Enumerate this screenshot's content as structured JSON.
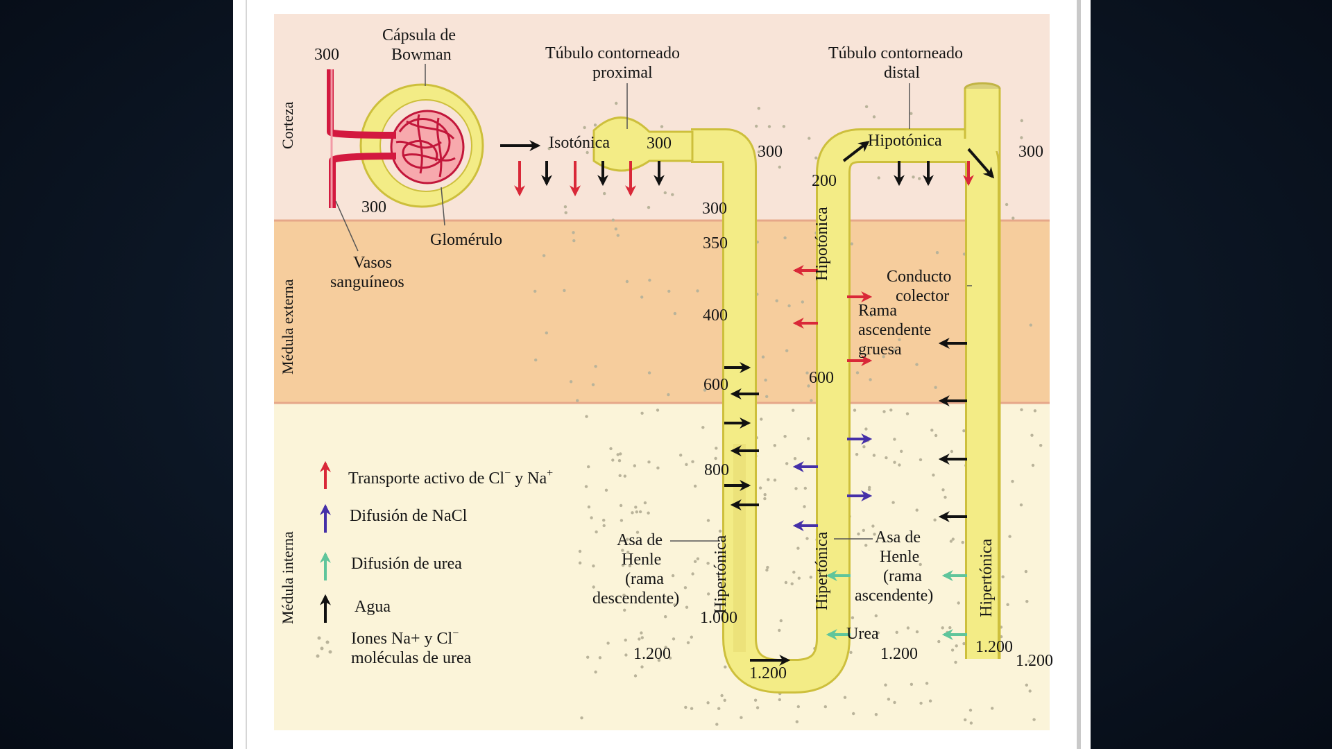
{
  "colors": {
    "cortex": "#f8e4d8",
    "outer_medulla": "#f6cd9d",
    "inner_medulla": "#fbf4d9",
    "tubule": "#f3ec86",
    "tubule_outline": "#cdbf3c",
    "red": "#d92838",
    "blue": "#4530a8",
    "green": "#5fc59b",
    "black": "#111111"
  },
  "zones": {
    "cortex": "Corteza",
    "outer_medulla": "Médula externa",
    "inner_medulla": "Médula interna"
  },
  "labels": {
    "bowman_1": "Cápsula de",
    "bowman_2": "Bowman",
    "pct_1": "Túbulo contorneado",
    "pct_2": "proximal",
    "dct_1": "Túbulo contorneado",
    "dct_2": "distal",
    "glomerulo": "Glomérulo",
    "vasos_1": "Vasos",
    "vasos_2": "sanguíneos",
    "isotonica": "Isotónica",
    "hipotonica": "Hipotónica",
    "hipotonica_vert": "Hipotónica",
    "hipertonica_desc": "Hipertónica",
    "hipertonica_asc": "Hipertónica",
    "hipertonica_col": "Hipertónica",
    "conducto_1": "Conducto",
    "conducto_2": "colector",
    "rama_1": "Rama",
    "rama_2": "ascendente",
    "rama_3": "gruesa",
    "asa_desc_1": "Asa de",
    "asa_desc_2": "Henle",
    "asa_desc_3": "(rama",
    "asa_desc_4": "descendente)",
    "asa_asc_1": "Asa de",
    "asa_asc_2": "Henle",
    "asa_asc_3": "(rama",
    "asa_asc_4": "ascendente)",
    "urea": "Urea"
  },
  "numbers": {
    "n300_vessel": "300",
    "n300_glom": "300",
    "n300_pct": "300",
    "n300_cortex_mid": "300",
    "n300_desc_top": "300",
    "n300_right": "300",
    "n200": "200",
    "n350": "350",
    "n400": "400",
    "n600_desc": "600",
    "n600_asc": "600",
    "n800": "800",
    "n1000": "1.000",
    "n1200_left": "1.200",
    "n1200_bottom": "1.200",
    "n1200_mid": "1.200",
    "n1200_col": "1.200",
    "n1200_edge": "1.200"
  },
  "legend": {
    "red_pre": "Transporte activo de Cl",
    "red_mid": " y Na",
    "red_sup": "+",
    "red_sup_minus": "−",
    "blue": "Difusión de NaCl",
    "green": "Difusión de urea",
    "black": "Agua",
    "dots_1": "Iones Na+ y Cl",
    "dots_sup": "−",
    "dots_2": "moléculas de urea"
  }
}
